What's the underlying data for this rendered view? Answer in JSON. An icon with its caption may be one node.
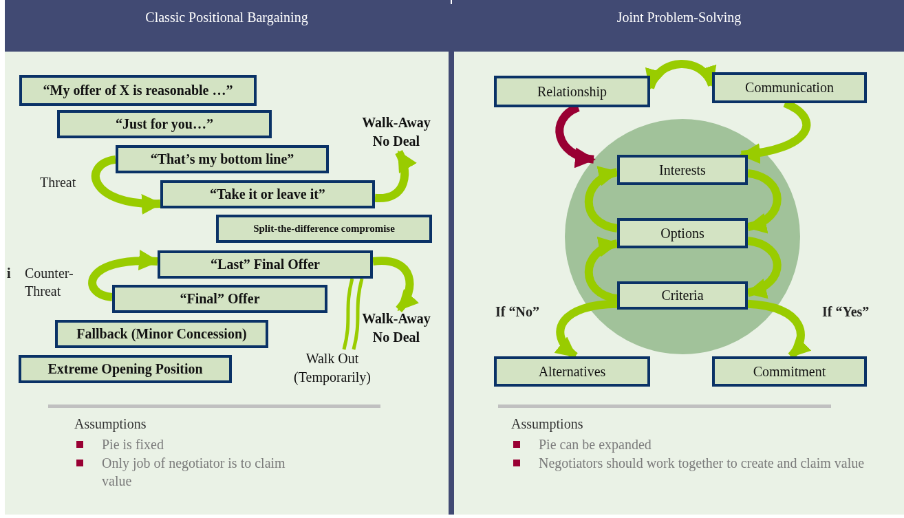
{
  "diagram": {
    "nodes": [
      {
        "text": [
          "Classic Positional Bargaining"
        ]
      },
      {
        "text": [
          "“My offer of X is reasonable …”"
        ],
        "in": 0
      },
      {
        "text": [
          "“Just for you…”"
        ],
        "in": 0
      },
      {
        "text": [
          "“That’s my bottom line”"
        ],
        "in": 0
      },
      {
        "text": [
          "“Take it or leave it”"
        ],
        "in": 0
      },
      {
        "text": [
          "Split-the-difference compromise"
        ],
        "in": 0
      },
      {
        "text": [
          "“Last” Final Offer"
        ],
        "in": 0
      },
      {
        "text": [
          "“Final” Offer"
        ],
        "in": 0
      },
      {
        "text": [
          "Fallback (Minor Concession)"
        ],
        "in": 0
      },
      {
        "text": [
          "Extreme Opening Position"
        ],
        "in": 0
      },
      {
        "text": [
          "Walk-Away No Deal"
        ],
        "in": 0
      },
      {
        "text": [
          "Walk-Away No Deal"
        ],
        "in": 0
      },
      {
        "text": [
          "Walk Out (Temporarily)"
        ],
        "in": 0
      },
      {
        "text": [
          "Joint Problem-Solving"
        ]
      },
      {
        "text": [
          "Relationship"
        ],
        "in": 13
      },
      {
        "text": [
          "Communication"
        ],
        "in": 13
      },
      {
        "text": [],
        "shape": "circle",
        "in": 13
      },
      {
        "text": [
          "Interests"
        ],
        "in": 16
      },
      {
        "text": [
          "Options"
        ],
        "in": 16
      },
      {
        "text": [
          "Criteria"
        ],
        "in": 16
      },
      {
        "text": [
          "Alternatives"
        ],
        "in": 13
      },
      {
        "text": [
          "Commitment"
        ],
        "in": 13
      }
    ],
    "edges": [
      {
        "from": 3,
        "to": 4,
        "arrow": "to",
        "label": "Threat"
      },
      {
        "from": 7,
        "to": 6,
        "arrow": "to",
        "label": "Counter-Threat"
      },
      {
        "from": 4,
        "to": 10,
        "arrow": "to"
      },
      {
        "from": 6,
        "to": 11,
        "arrow": "to"
      },
      {
        "from": 6,
        "to": 12,
        "arrow": "none"
      },
      {
        "from": 14,
        "to": 15,
        "arrow": "both"
      },
      {
        "from": 14,
        "to": 16,
        "arrow": "to",
        "color": "#990033"
      },
      {
        "from": 15,
        "to": 17,
        "arrow": "to"
      },
      {
        "from": 17,
        "to": 18,
        "arrow": "to"
      },
      {
        "from": 18,
        "to": 19,
        "arrow": "to"
      },
      {
        "from": 18,
        "to": 17,
        "arrow": "to"
      },
      {
        "from": 19,
        "to": 18,
        "arrow": "to"
      },
      {
        "from": 19,
        "to": 20,
        "arrow": "to",
        "label": "If “No”"
      },
      {
        "from": 19,
        "to": 21,
        "arrow": "to",
        "label": "If “Yes”"
      }
    ],
    "labels": [
      "i",
      "Assumptions",
      "Pie is fixed",
      "Only job of negotiator is to claim value",
      "Assumptions",
      "Pie can be expanded",
      "Negotiators should work together to create and claim value"
    ]
  }
}
